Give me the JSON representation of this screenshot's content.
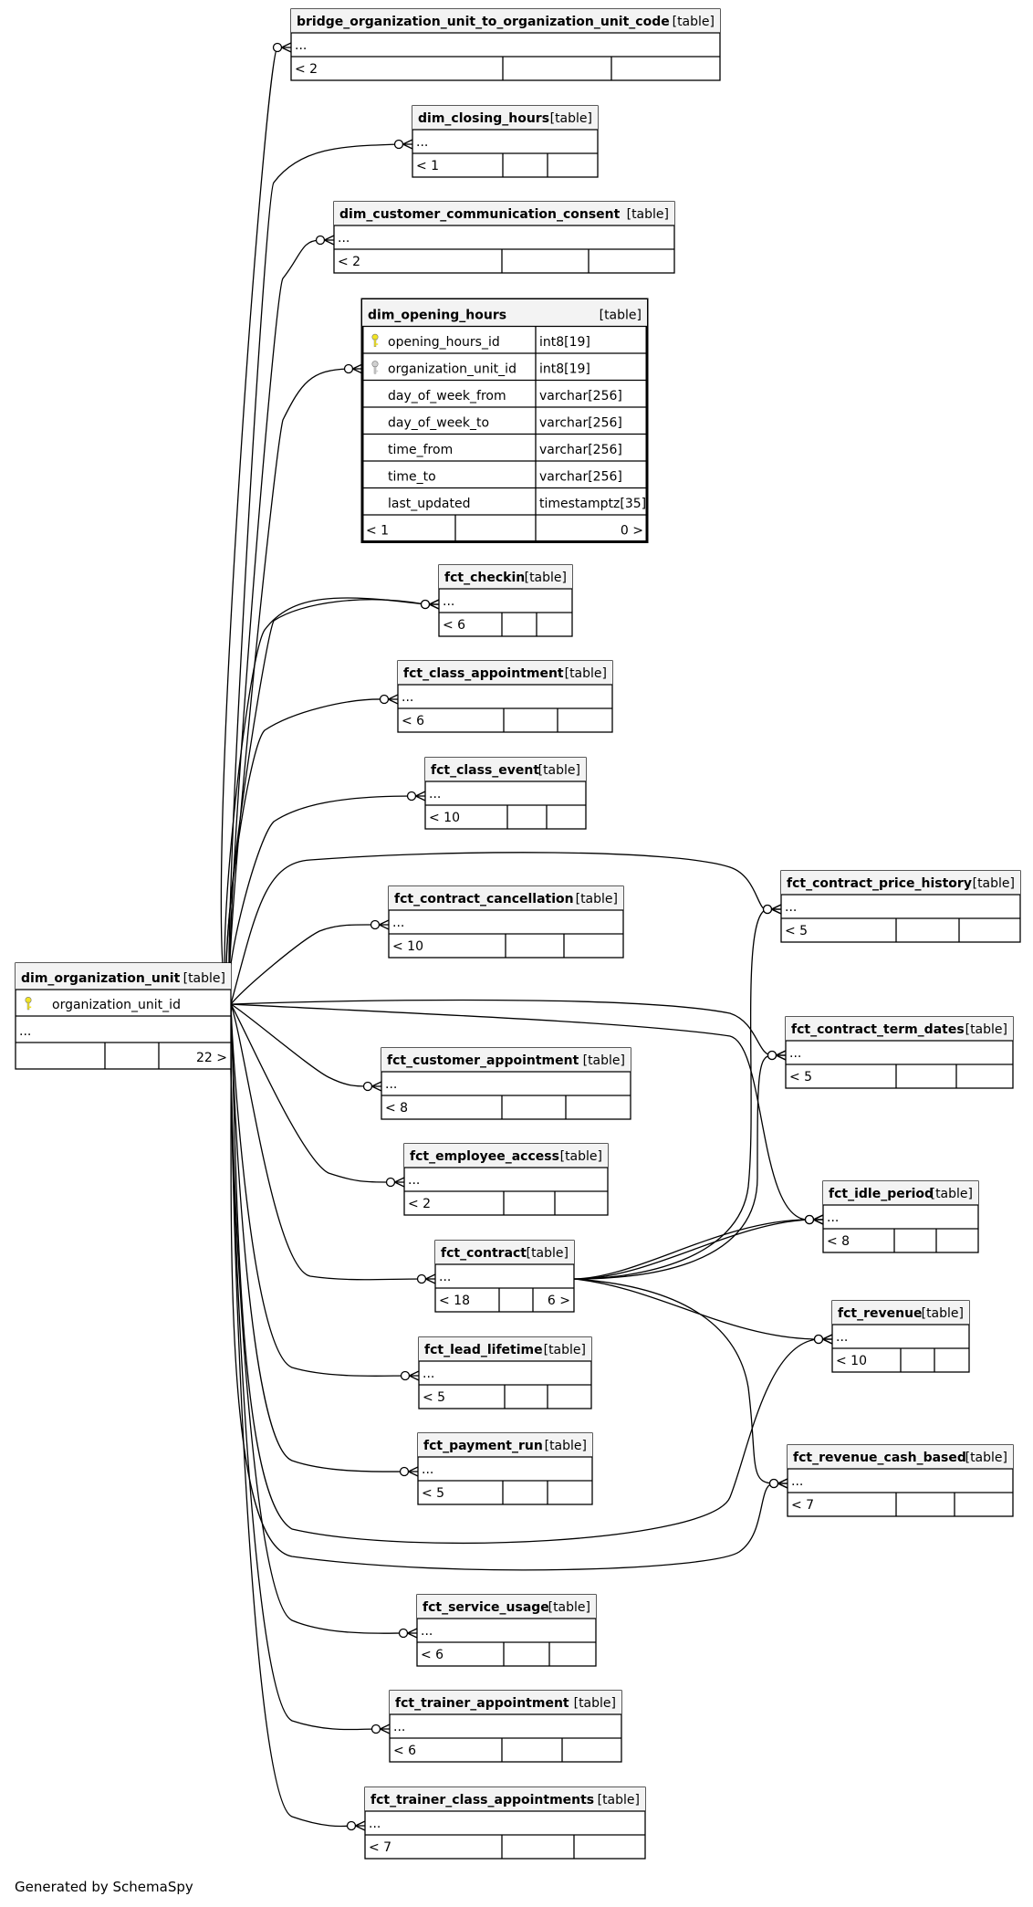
{
  "footer_text": "Generated by SchemaSpy",
  "tables": [
    {
      "id": "bridge",
      "name": "bridge_organization_unit_to_organization_unit_code",
      "tag": "[table]",
      "rows": [
        {
          "text": "..."
        }
      ],
      "footer": [
        "< 2",
        "",
        ""
      ]
    },
    {
      "id": "closing",
      "name": "dim_closing_hours",
      "tag": "[table]",
      "rows": [
        {
          "text": "..."
        }
      ],
      "footer": [
        "< 1",
        "",
        ""
      ]
    },
    {
      "id": "consent",
      "name": "dim_customer_communication_consent",
      "tag": "[table]",
      "rows": [
        {
          "text": "..."
        }
      ],
      "footer": [
        "< 2",
        "",
        ""
      ]
    },
    {
      "id": "opening",
      "name": "dim_opening_hours",
      "tag": "[table]",
      "focus": true,
      "rows": [
        {
          "text": "opening_hours_id",
          "type": "int8[19]",
          "key": "pk"
        },
        {
          "text": "organization_unit_id",
          "type": "int8[19]",
          "key": "fk"
        },
        {
          "text": "day_of_week_from",
          "type": "varchar[256]"
        },
        {
          "text": "day_of_week_to",
          "type": "varchar[256]"
        },
        {
          "text": "time_from",
          "type": "varchar[256]"
        },
        {
          "text": "time_to",
          "type": "varchar[256]"
        },
        {
          "text": "last_updated",
          "type": "timestamptz[35]"
        }
      ],
      "footer": [
        "< 1",
        "",
        "0 >"
      ]
    },
    {
      "id": "checkin",
      "name": "fct_checkin",
      "tag": "[table]",
      "rows": [
        {
          "text": "..."
        }
      ],
      "footer": [
        "< 6",
        "",
        ""
      ]
    },
    {
      "id": "classappt",
      "name": "fct_class_appointment",
      "tag": "[table]",
      "rows": [
        {
          "text": "..."
        }
      ],
      "footer": [
        "< 6",
        "",
        ""
      ]
    },
    {
      "id": "classevent",
      "name": "fct_class_event",
      "tag": "[table]",
      "rows": [
        {
          "text": "..."
        }
      ],
      "footer": [
        "< 10",
        "",
        ""
      ]
    },
    {
      "id": "cancel",
      "name": "fct_contract_cancellation",
      "tag": "[table]",
      "rows": [
        {
          "text": "..."
        }
      ],
      "footer": [
        "< 10",
        "",
        ""
      ]
    },
    {
      "id": "orgunit",
      "name": "dim_organization_unit",
      "tag": "[table]",
      "rows": [
        {
          "text": "organization_unit_id",
          "key": "pk"
        },
        {
          "text": "..."
        }
      ],
      "footer": [
        "",
        "",
        "22 >"
      ]
    },
    {
      "id": "custappt",
      "name": "fct_customer_appointment",
      "tag": "[table]",
      "rows": [
        {
          "text": "..."
        }
      ],
      "footer": [
        "< 8",
        "",
        ""
      ]
    },
    {
      "id": "empaccess",
      "name": "fct_employee_access",
      "tag": "[table]",
      "rows": [
        {
          "text": "..."
        }
      ],
      "footer": [
        "< 2",
        "",
        ""
      ]
    },
    {
      "id": "contract",
      "name": "fct_contract",
      "tag": "[table]",
      "rows": [
        {
          "text": "..."
        }
      ],
      "footer": [
        "< 18",
        "",
        "6 >"
      ]
    },
    {
      "id": "lead",
      "name": "fct_lead_lifetime",
      "tag": "[table]",
      "rows": [
        {
          "text": "..."
        }
      ],
      "footer": [
        "< 5",
        "",
        ""
      ]
    },
    {
      "id": "payrun",
      "name": "fct_payment_run",
      "tag": "[table]",
      "rows": [
        {
          "text": "..."
        }
      ],
      "footer": [
        "< 5",
        "",
        ""
      ]
    },
    {
      "id": "service",
      "name": "fct_service_usage",
      "tag": "[table]",
      "rows": [
        {
          "text": "..."
        }
      ],
      "footer": [
        "< 6",
        "",
        ""
      ]
    },
    {
      "id": "trainer",
      "name": "fct_trainer_appointment",
      "tag": "[table]",
      "rows": [
        {
          "text": "..."
        }
      ],
      "footer": [
        "< 6",
        "",
        ""
      ]
    },
    {
      "id": "trainerclass",
      "name": "fct_trainer_class_appointments",
      "tag": "[table]",
      "rows": [
        {
          "text": "..."
        }
      ],
      "footer": [
        "< 7",
        "",
        ""
      ]
    },
    {
      "id": "pricehist",
      "name": "fct_contract_price_history",
      "tag": "[table]",
      "rows": [
        {
          "text": "..."
        }
      ],
      "footer": [
        "< 5",
        "",
        ""
      ]
    },
    {
      "id": "termdates",
      "name": "fct_contract_term_dates",
      "tag": "[table]",
      "rows": [
        {
          "text": "..."
        }
      ],
      "footer": [
        "< 5",
        "",
        ""
      ]
    },
    {
      "id": "idle",
      "name": "fct_idle_period",
      "tag": "[table]",
      "rows": [
        {
          "text": "..."
        }
      ],
      "footer": [
        "< 8",
        "",
        ""
      ]
    },
    {
      "id": "revenue",
      "name": "fct_revenue",
      "tag": "[table]",
      "rows": [
        {
          "text": "..."
        }
      ],
      "footer": [
        "< 10",
        "",
        ""
      ]
    },
    {
      "id": "revcash",
      "name": "fct_revenue_cash_based",
      "tag": "[table]",
      "rows": [
        {
          "text": "..."
        }
      ],
      "footer": [
        "< 7",
        "",
        ""
      ]
    }
  ],
  "relationships": [
    {
      "from": "orgunit",
      "to": "bridge"
    },
    {
      "from": "orgunit",
      "to": "closing"
    },
    {
      "from": "orgunit",
      "to": "consent"
    },
    {
      "from": "orgunit",
      "to": "opening"
    },
    {
      "from": "orgunit",
      "to": "checkin"
    },
    {
      "from": "orgunit",
      "to": "checkin"
    },
    {
      "from": "orgunit",
      "to": "classappt"
    },
    {
      "from": "orgunit",
      "to": "classevent"
    },
    {
      "from": "orgunit",
      "to": "cancel"
    },
    {
      "from": "orgunit",
      "to": "custappt"
    },
    {
      "from": "orgunit",
      "to": "empaccess"
    },
    {
      "from": "orgunit",
      "to": "contract"
    },
    {
      "from": "orgunit",
      "to": "lead"
    },
    {
      "from": "orgunit",
      "to": "payrun"
    },
    {
      "from": "orgunit",
      "to": "service"
    },
    {
      "from": "orgunit",
      "to": "trainer"
    },
    {
      "from": "orgunit",
      "to": "trainerclass"
    },
    {
      "from": "orgunit",
      "to": "pricehist"
    },
    {
      "from": "orgunit",
      "to": "termdates"
    },
    {
      "from": "orgunit",
      "to": "idle"
    },
    {
      "from": "orgunit",
      "to": "revenue"
    },
    {
      "from": "orgunit",
      "to": "revcash"
    },
    {
      "from": "contract",
      "to": "pricehist"
    },
    {
      "from": "contract",
      "to": "termdates"
    },
    {
      "from": "contract",
      "to": "idle"
    },
    {
      "from": "contract",
      "to": "idle"
    },
    {
      "from": "contract",
      "to": "revenue"
    },
    {
      "from": "contract",
      "to": "revcash"
    }
  ]
}
